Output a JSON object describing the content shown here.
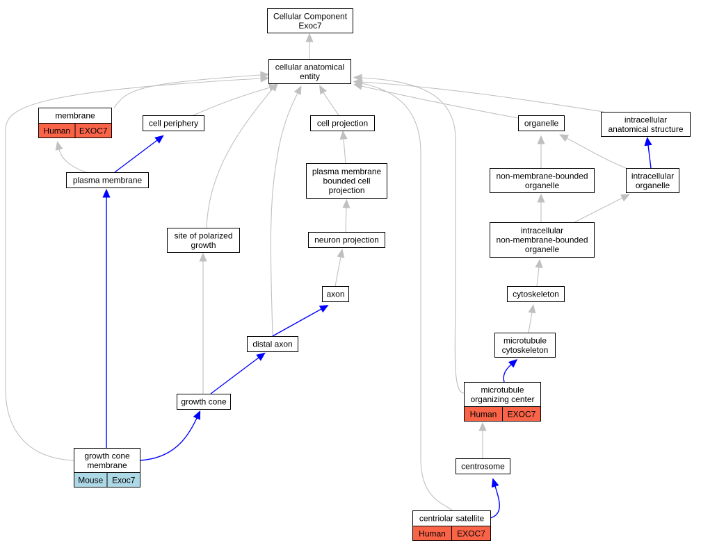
{
  "colors": {
    "human": "#f96448",
    "mouse": "#add8e6",
    "is_a_edge": "#c0c0c0",
    "part_of_edge": "#0000ff"
  },
  "nodes": [
    {
      "id": "root",
      "lines": [
        "Cellular Component",
        "Exoc7"
      ]
    },
    {
      "id": "cae",
      "lines": [
        "cellular anatomical",
        "entity"
      ]
    },
    {
      "id": "membrane",
      "lines": [
        "membrane"
      ],
      "annotation": {
        "species": "Human",
        "gene": "EXOC7"
      }
    },
    {
      "id": "cellperiphery",
      "lines": [
        "cell periphery"
      ]
    },
    {
      "id": "cellprojection",
      "lines": [
        "cell projection"
      ]
    },
    {
      "id": "organelle",
      "lines": [
        "organelle"
      ]
    },
    {
      "id": "ias",
      "lines": [
        "intracellular",
        "anatomical structure"
      ]
    },
    {
      "id": "plasmamembrane",
      "lines": [
        "plasma membrane"
      ]
    },
    {
      "id": "pmbcp",
      "lines": [
        "plasma membrane",
        "bounded cell",
        "projection"
      ]
    },
    {
      "id": "nmbo",
      "lines": [
        "non-membrane-bounded",
        "organelle"
      ]
    },
    {
      "id": "intraorg",
      "lines": [
        "intracellular",
        "organelle"
      ]
    },
    {
      "id": "sopg",
      "lines": [
        "site of polarized",
        "growth"
      ]
    },
    {
      "id": "neuronproj",
      "lines": [
        "neuron projection"
      ]
    },
    {
      "id": "inmbo",
      "lines": [
        "intracellular",
        "non-membrane-bounded",
        "organelle"
      ]
    },
    {
      "id": "axon",
      "lines": [
        "axon"
      ]
    },
    {
      "id": "cytoskeleton",
      "lines": [
        "cytoskeleton"
      ]
    },
    {
      "id": "distalaxon",
      "lines": [
        "distal axon"
      ]
    },
    {
      "id": "mtcyto",
      "lines": [
        "microtubule",
        "cytoskeleton"
      ]
    },
    {
      "id": "mtoc",
      "lines": [
        "microtubule",
        "organizing center"
      ],
      "annotation": {
        "species": "Human",
        "gene": "EXOC7"
      }
    },
    {
      "id": "growthcone",
      "lines": [
        "growth cone"
      ]
    },
    {
      "id": "gcm",
      "lines": [
        "growth cone",
        "membrane"
      ],
      "annotation": {
        "species": "Mouse",
        "gene": "Exoc7"
      }
    },
    {
      "id": "centrosome",
      "lines": [
        "centrosome"
      ]
    },
    {
      "id": "centsat",
      "lines": [
        "centriolar satellite"
      ],
      "annotation": {
        "species": "Human",
        "gene": "EXOC7"
      }
    }
  ],
  "edges": [
    {
      "from": "cae",
      "to": "root",
      "type": "is_a"
    },
    {
      "from": "membrane",
      "to": "cae",
      "type": "is_a"
    },
    {
      "from": "cellperiphery",
      "to": "cae",
      "type": "is_a"
    },
    {
      "from": "cellprojection",
      "to": "cae",
      "type": "is_a"
    },
    {
      "from": "organelle",
      "to": "cae",
      "type": "is_a"
    },
    {
      "from": "ias",
      "to": "cae",
      "type": "is_a"
    },
    {
      "from": "sopg",
      "to": "cae",
      "type": "is_a"
    },
    {
      "from": "distalaxon",
      "to": "cae",
      "type": "is_a"
    },
    {
      "from": "gcm",
      "to": "cae",
      "type": "is_a"
    },
    {
      "from": "mtoc",
      "to": "cae",
      "type": "is_a"
    },
    {
      "from": "centsat",
      "to": "cae",
      "type": "is_a"
    },
    {
      "from": "plasmamembrane",
      "to": "membrane",
      "type": "is_a"
    },
    {
      "from": "plasmamembrane",
      "to": "cellperiphery",
      "type": "part_of"
    },
    {
      "from": "gcm",
      "to": "plasmamembrane",
      "type": "part_of"
    },
    {
      "from": "pmbcp",
      "to": "cellprojection",
      "type": "is_a"
    },
    {
      "from": "neuronproj",
      "to": "pmbcp",
      "type": "is_a"
    },
    {
      "from": "axon",
      "to": "neuronproj",
      "type": "is_a"
    },
    {
      "from": "distalaxon",
      "to": "axon",
      "type": "part_of"
    },
    {
      "from": "growthcone",
      "to": "distalaxon",
      "type": "part_of"
    },
    {
      "from": "growthcone",
      "to": "sopg",
      "type": "is_a"
    },
    {
      "from": "gcm",
      "to": "growthcone",
      "type": "part_of"
    },
    {
      "from": "nmbo",
      "to": "organelle",
      "type": "is_a"
    },
    {
      "from": "intraorg",
      "to": "organelle",
      "type": "is_a"
    },
    {
      "from": "intraorg",
      "to": "ias",
      "type": "part_of"
    },
    {
      "from": "inmbo",
      "to": "nmbo",
      "type": "is_a"
    },
    {
      "from": "inmbo",
      "to": "intraorg",
      "type": "is_a"
    },
    {
      "from": "cytoskeleton",
      "to": "inmbo",
      "type": "is_a"
    },
    {
      "from": "mtcyto",
      "to": "cytoskeleton",
      "type": "is_a"
    },
    {
      "from": "mtoc",
      "to": "mtcyto",
      "type": "part_of"
    },
    {
      "from": "centrosome",
      "to": "mtoc",
      "type": "is_a"
    },
    {
      "from": "centsat",
      "to": "centrosome",
      "type": "part_of"
    }
  ]
}
